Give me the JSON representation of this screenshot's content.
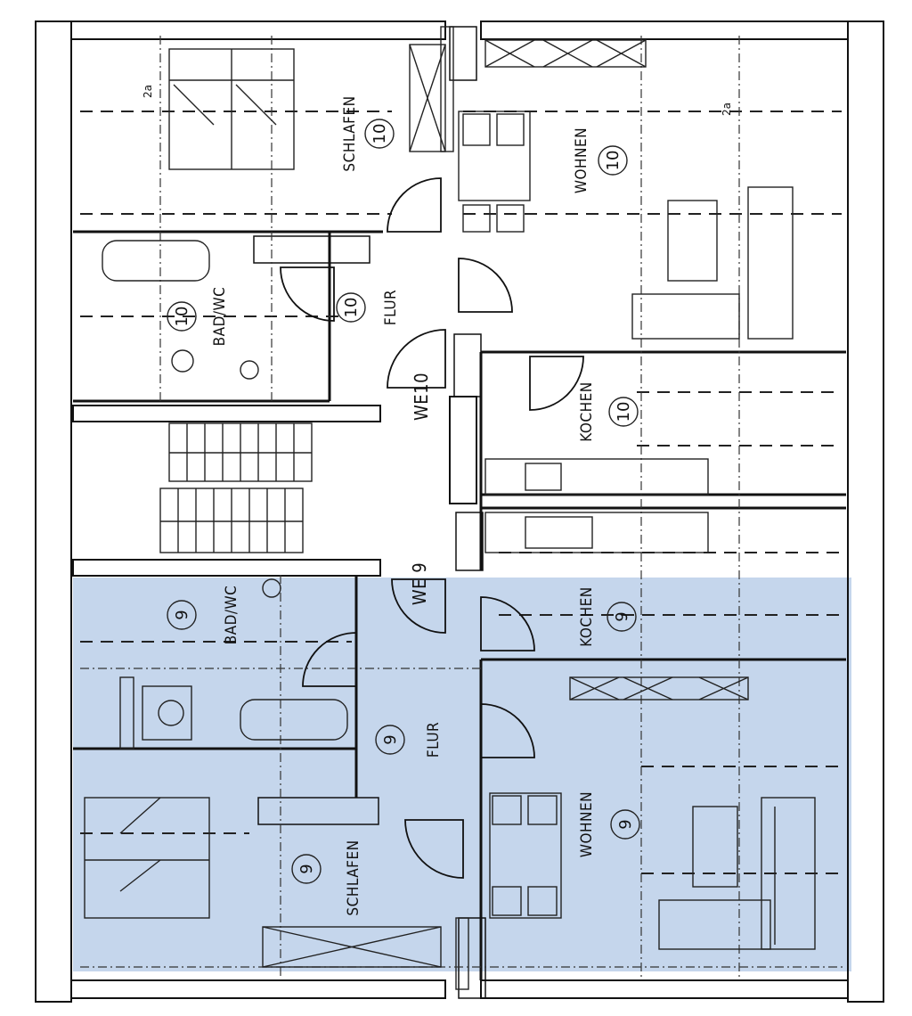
{
  "rooms": {
    "schlafen_10": {
      "label": "SCHLAFEN",
      "number": "10"
    },
    "wohnen_10": {
      "label": "WOHNEN",
      "number": "10"
    },
    "bad_10": {
      "label": "BAD/WC",
      "number": "10"
    },
    "flur_10": {
      "label": "FLUR",
      "number": "10"
    },
    "kochen_10": {
      "label": "KOCHEN",
      "number": "10"
    },
    "bad_9": {
      "label": "BAD/WC",
      "number": "9"
    },
    "kochen_9": {
      "label": "KOCHEN",
      "number": "9"
    },
    "flur_9": {
      "label": "FLUR",
      "number": "9"
    },
    "wohnen_9": {
      "label": "WOHNEN",
      "number": "9"
    },
    "schlafen_9": {
      "label": "SCHLAFEN",
      "number": "9"
    }
  },
  "units": {
    "we10": "WE10",
    "we9": "WE 9"
  },
  "height_marks": {
    "left": "2a",
    "right": "2a"
  },
  "colors": {
    "highlight": "#c5d6ec",
    "line": "#111111"
  }
}
